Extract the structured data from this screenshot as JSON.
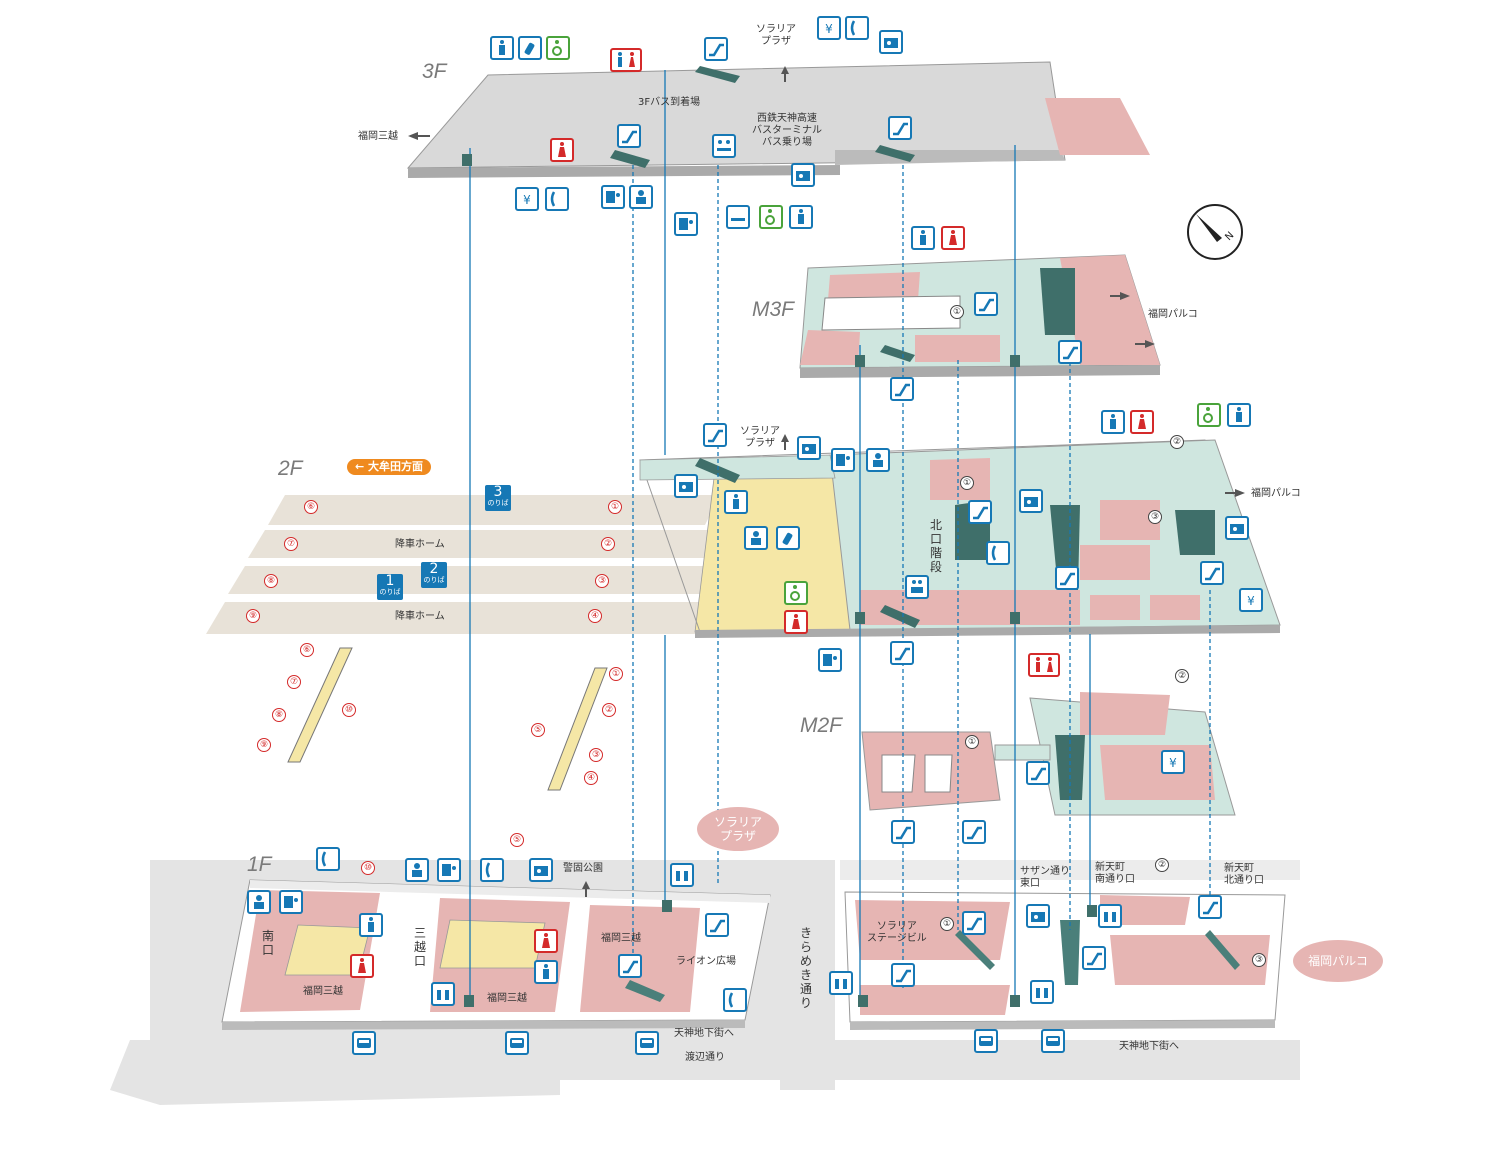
{
  "floors": {
    "f3": "3F",
    "m3": "M3F",
    "f2": "2F",
    "m2": "M2F",
    "f1": "1F"
  },
  "labels": {
    "solaria_plaza": "ソラリア\nプラザ",
    "bus_arrival": "3Fバス到着場",
    "bus_terminal": "西鉄天神高速\nバスターミナル\nバス乗り場",
    "fukuoka_mitsukoshi": "福岡三越",
    "fukuoka_parco": "福岡パルコ",
    "omuta_dir": "← 大牟田方面",
    "alight_platform": "降車ホーム",
    "noriba": "のりば",
    "kitaguchi_stairs": "北口階段",
    "keigo_park": "警固公園",
    "lion_plaza": "ライオン広場",
    "minami_exit": "南口",
    "mitsukoshi_exit": "三越口",
    "tenjin_underground": "天神地下街へ",
    "watanabe_st": "渡辺通り",
    "kirameki_st": "きらめき通り",
    "solaria_stage": "ソラリア\nステージビル",
    "southern_east": "サザン通り\n東口",
    "shintencho_south": "新天町\n南通り口",
    "shintencho_north": "新天町\n北通り口",
    "solaria_plaza_pill": "ソラリア\nプラザ",
    "parco_pill": "福岡パルコ"
  },
  "platforms": {
    "p1": "1",
    "p2": "2",
    "p3": "3"
  },
  "numbers": {
    "n1": "①",
    "n2": "②",
    "n3": "③",
    "n4": "④",
    "n5": "⑤",
    "n6": "⑥",
    "n7": "⑦",
    "n8": "⑧",
    "n9": "⑨",
    "n10": "⑩"
  },
  "colors": {
    "gray_floor": "#d9d9d9",
    "pink": "#e6b5b3",
    "teal": "#cfe6df",
    "yellow": "#f5e7a6",
    "icon_blue": "#1678b5",
    "icon_red": "#d42a2a",
    "icon_green": "#4aa33b",
    "orange": "#ef8a1f",
    "platform": "#e8e2d8"
  }
}
